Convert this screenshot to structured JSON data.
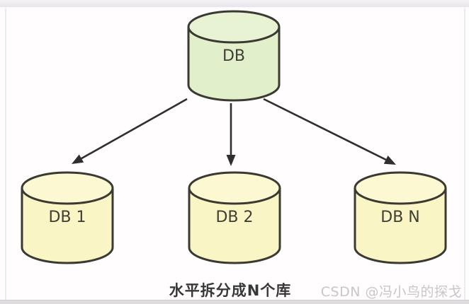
{
  "diagram": {
    "nodes": [
      {
        "id": "root",
        "label": "DB",
        "fill": "green"
      },
      {
        "id": "db1",
        "label": "DB 1",
        "fill": "yellow"
      },
      {
        "id": "db2",
        "label": "DB 2",
        "fill": "yellow"
      },
      {
        "id": "dbn",
        "label": "DB N",
        "fill": "yellow"
      }
    ],
    "edges": [
      {
        "from": "root",
        "to": "db1"
      },
      {
        "from": "root",
        "to": "db2"
      },
      {
        "from": "root",
        "to": "dbn"
      }
    ],
    "caption": "水平拆分成N个库"
  },
  "watermark": {
    "text": "CSDN @冯小鸟的探戈"
  },
  "colors": {
    "green_body": "#e2efcb",
    "green_top": "#e8f3d4",
    "yellow_body": "#f9f5c4",
    "yellow_top": "#fbf8d2",
    "outline": "#3b3a32",
    "arrow": "#2f2f2d",
    "label": "#3f3e37",
    "caption": "#383838",
    "watermark": "#c7c7c7"
  }
}
